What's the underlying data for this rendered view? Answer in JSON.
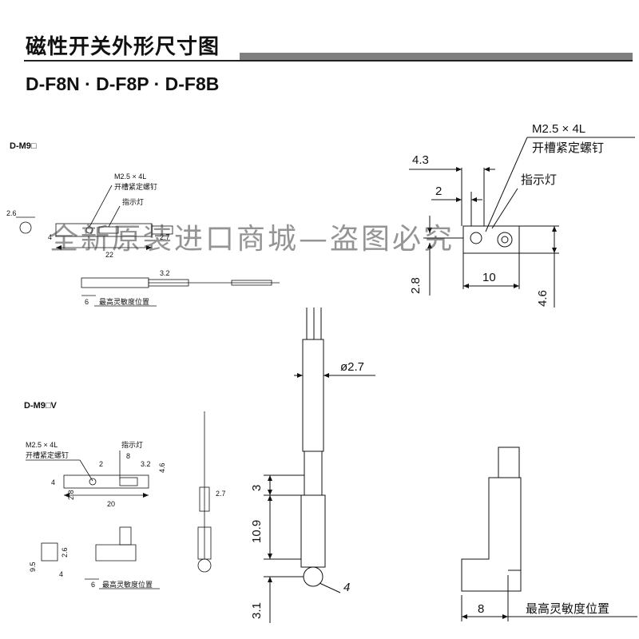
{
  "header": {
    "title": "磁性开关外形尺寸图",
    "subtitle": "D-F8N · D-F8P · D-F8B"
  },
  "small_drawing_1": {
    "model": "D-M9□",
    "screw_label_1": "M2.5 × 4L",
    "screw_label_2": "开槽紧定螺钉",
    "led_label": "指示灯",
    "dims": {
      "d_2_6": "2.6",
      "d_22": "22",
      "d_4": "4",
      "d_2_7": "2.7",
      "d_3_2": "3.2",
      "d_6": "6"
    },
    "sensitivity_label": "最高灵敏度位置"
  },
  "small_drawing_2": {
    "model": "D-M9□V",
    "screw_label_1": "M2.5 × 4L",
    "screw_label_2": "开槽紧定螺钉",
    "led_label": "指示灯",
    "dims": {
      "d_2": "2",
      "d_8": "8",
      "d_3_2": "3.2",
      "d_4_6": "4.6",
      "d_4": "4",
      "d_2_8": "2.8",
      "d_20": "20",
      "d_2_7": "2.7",
      "d_9_5": "9.5",
      "d_2_6": "2.6",
      "d_4b": "4",
      "d_6": "6"
    },
    "sensitivity_label": "最高灵敏度位置"
  },
  "main_drawing": {
    "screw_label_1": "M2.5 × 4L",
    "screw_label_2": "开槽紧定螺钉",
    "led_label": "指示灯",
    "dims": {
      "d_4_3": "4.3",
      "d_2": "2",
      "d_2_8": "2.8",
      "d_10": "10",
      "d_4_6": "4.6",
      "d_dia": "ø2.7",
      "d_3": "3",
      "d_10_9": "10.9",
      "d_3_1": "3.1",
      "d_4": "4",
      "d_8": "8"
    },
    "sensitivity_label": "最高灵敏度位置"
  },
  "watermark": "全新原装进口商城—盗图必究"
}
